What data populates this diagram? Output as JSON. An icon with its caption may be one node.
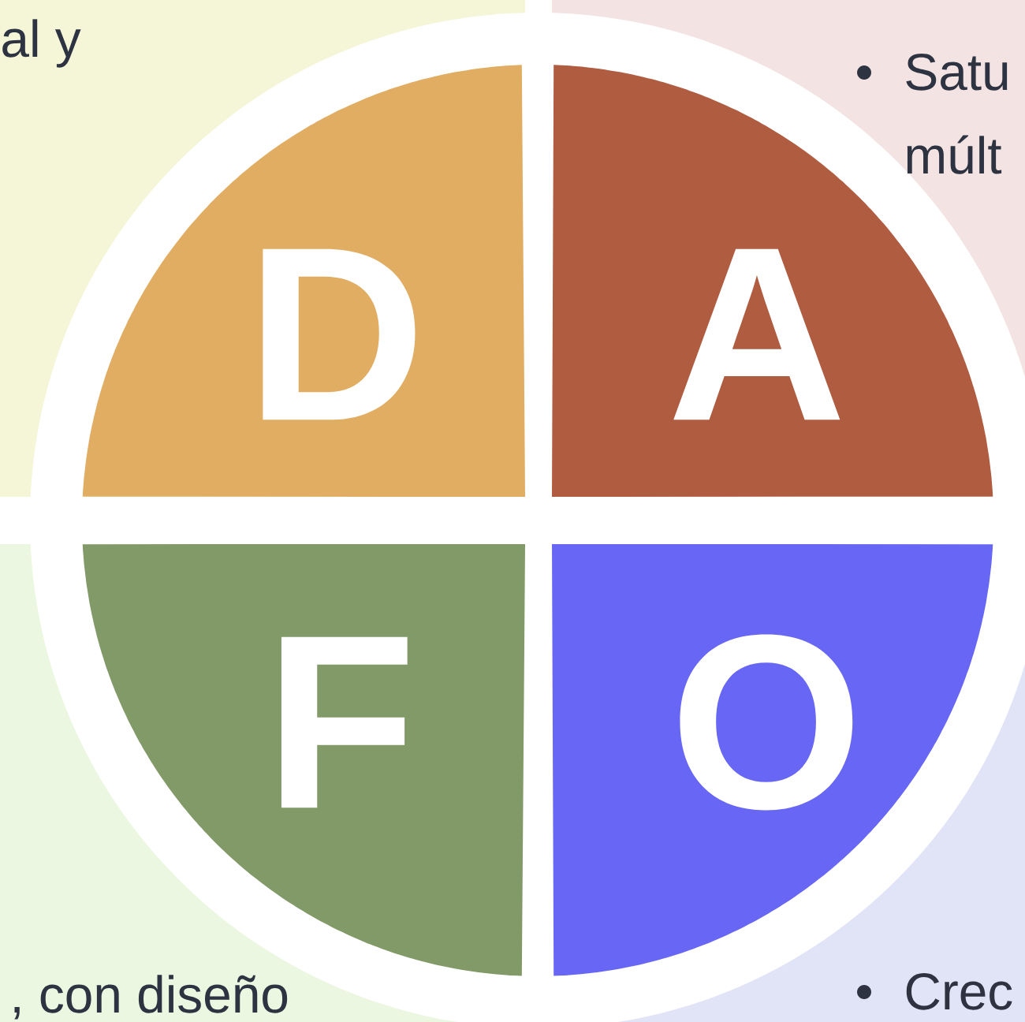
{
  "diagram": {
    "nodes": [
      {
        "text": [
          "D"
        ]
      },
      {
        "text": [
          "A"
        ]
      },
      {
        "text": [
          "F"
        ]
      },
      {
        "text": [
          "O"
        ]
      }
    ],
    "labels": [
      "al y",
      "Satu",
      "múlt",
      ", con diseño",
      "Crec"
    ]
  }
}
